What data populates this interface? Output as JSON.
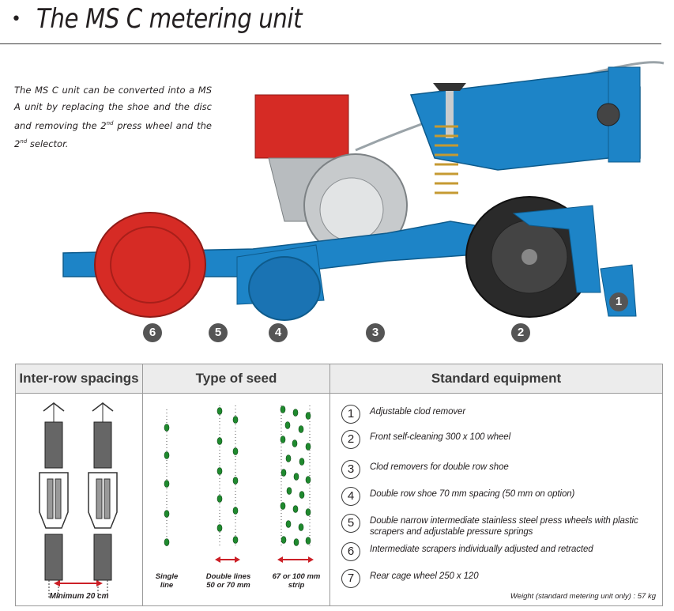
{
  "header": {
    "bullet": "•",
    "title": "The MS C metering unit"
  },
  "intro": {
    "part1": "The MS C unit can be converted into a MS A unit by replacing the shoe and the disc and removing the 2",
    "sup1": "nd",
    "part2": " press wheel and the 2",
    "sup2": "nd",
    "part3": " selector."
  },
  "callouts": [
    "1",
    "2",
    "3",
    "4",
    "5",
    "6"
  ],
  "table": {
    "headers": [
      "Inter-row spacings",
      "Type of seed",
      "Standard equipment"
    ],
    "spacing_label": "Minimum 20 cm",
    "seed_labels": [
      {
        "line1": "Single",
        "line2": "line"
      },
      {
        "line1": "Double lines",
        "line2": "50 or 70 mm"
      },
      {
        "line1": "67 or 100 mm",
        "line2": "strip"
      }
    ],
    "equipment": [
      {
        "num": "1",
        "text": "Adjustable clod remover"
      },
      {
        "num": "2",
        "text": "Front self-cleaning 300 x 100 wheel"
      },
      {
        "num": "3",
        "text": "Clod removers for double row shoe"
      },
      {
        "num": "4",
        "text": "Double row shoe 70 mm spacing (50 mm on option)"
      },
      {
        "num": "5",
        "text": "Double narrow intermediate stainless steel press wheels with plastic scrapers and adjustable pressure springs"
      },
      {
        "num": "6",
        "text": "Intermediate scrapers individually adjusted and retracted"
      },
      {
        "num": "7",
        "text": "Rear cage wheel 250 x 120"
      }
    ],
    "weight": "Weight (standard metering unit only) : 57 kg"
  },
  "colors": {
    "frame_blue": "#1d84c7",
    "hopper_red": "#d62b25",
    "seed_green": "#1f8a2e",
    "arrow_red": "#cc2027"
  }
}
